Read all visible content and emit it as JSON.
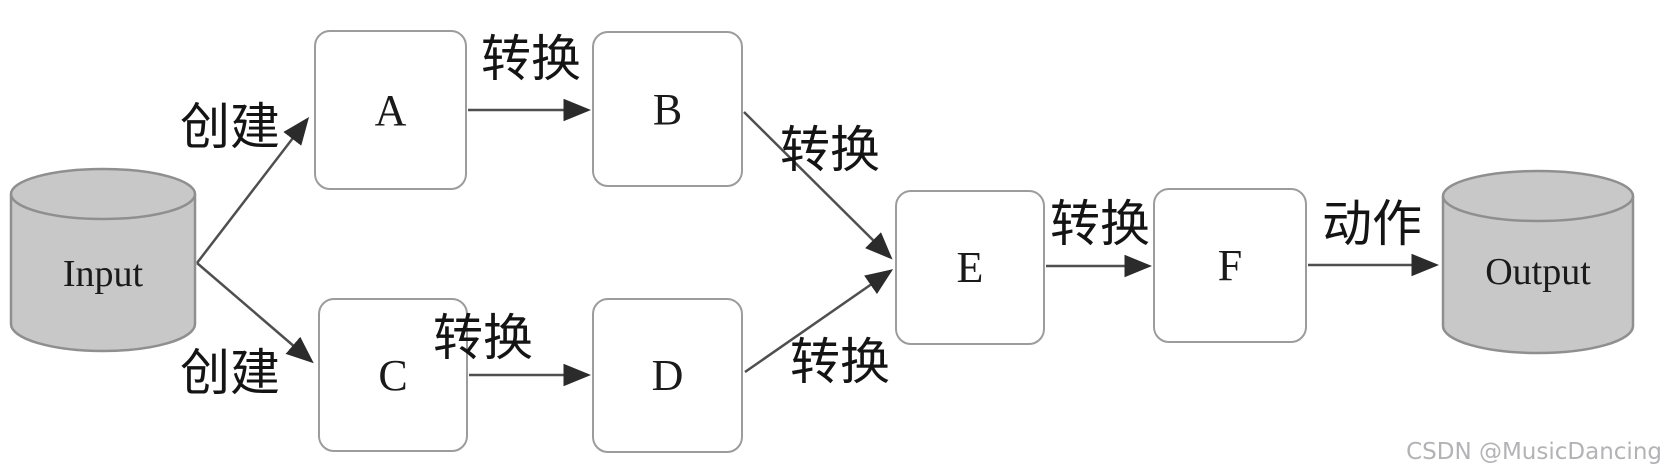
{
  "diagram": {
    "nodes": {
      "input": {
        "label": "Input",
        "shape": "cylinder"
      },
      "a": {
        "label": "A",
        "shape": "rounded-box"
      },
      "b": {
        "label": "B",
        "shape": "rounded-box"
      },
      "c": {
        "label": "C",
        "shape": "rounded-box"
      },
      "d": {
        "label": "D",
        "shape": "rounded-box"
      },
      "e": {
        "label": "E",
        "shape": "rounded-box"
      },
      "f": {
        "label": "F",
        "shape": "rounded-box"
      },
      "output": {
        "label": "Output",
        "shape": "cylinder"
      }
    },
    "edges": {
      "input_a": {
        "from": "Input",
        "to": "A",
        "label": "创建"
      },
      "input_c": {
        "from": "Input",
        "to": "C",
        "label": "创建"
      },
      "a_b": {
        "from": "A",
        "to": "B",
        "label": "转换"
      },
      "c_d": {
        "from": "C",
        "to": "D",
        "label": "转换"
      },
      "b_e": {
        "from": "B",
        "to": "E",
        "label": "转换"
      },
      "d_e": {
        "from": "D",
        "to": "E",
        "label": "转换"
      },
      "e_f": {
        "from": "E",
        "to": "F",
        "label": "转换"
      },
      "f_output": {
        "from": "F",
        "to": "Output",
        "label": "动作"
      }
    },
    "watermark": "CSDN @MusicDancing",
    "colors": {
      "background": "#ffffff",
      "cylinder_fill": "#c8c8c8",
      "cylinder_stroke": "#8f8f8f",
      "box_fill": "#ffffff",
      "box_border": "#9c9c9c",
      "arrow_line": "#4f4f4f",
      "arrow_head": "#2b2b2b",
      "text": "#1a1a1a",
      "watermark_text": "#b3b3b6"
    }
  }
}
